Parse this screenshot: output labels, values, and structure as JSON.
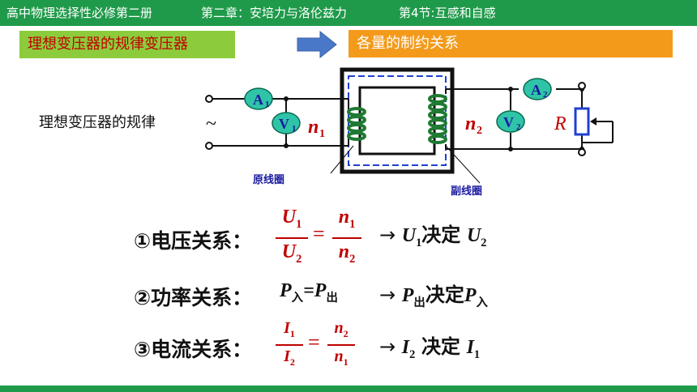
{
  "header": {
    "course": "高中物理选择性必修第二册",
    "chapter": "第二章：安培力与洛伦兹力",
    "section": "第4节:互感和自感"
  },
  "tags": {
    "left": "理想变压器的规律变压器",
    "right": "各量的制约关系"
  },
  "rule_label": "理想变压器的规律",
  "circuit": {
    "ammeter1": "A",
    "ammeter1_sub": "1",
    "ammeter2": "A",
    "ammeter2_sub": "2",
    "voltmeter1": "V",
    "voltmeter1_sub": "1",
    "voltmeter2": "V",
    "voltmeter2_sub": "2",
    "n1": "n",
    "n1_sub": "1",
    "n2": "n",
    "n2_sub": "2",
    "resistor": "R",
    "ac_symbol": "~",
    "primary_label": "原线圈",
    "secondary_label": "副线圈"
  },
  "relations": {
    "voltage": {
      "label": "①电压关系：",
      "num1": "U",
      "num1_sub": "1",
      "den1": "U",
      "den1_sub": "2",
      "num2": "n",
      "num2_sub": "1",
      "den2": "n",
      "den2_sub": "2",
      "eq": "=",
      "arrow": "→",
      "a": "U",
      "a_sub": "1",
      "decides": "决定",
      "b": "U",
      "b_sub": "2"
    },
    "power": {
      "label": "②功率关系：",
      "p_in": "P",
      "p_in_sub": "入",
      "eq": "=",
      "p_out": "P",
      "p_out_sub": "出",
      "arrow": "→",
      "a": "P",
      "a_sub": "出",
      "decides": "决定",
      "b": "P",
      "b_sub": "入"
    },
    "current": {
      "label": "③电流关系：",
      "num1": "I",
      "num1_sub": "1",
      "den1": "I",
      "den1_sub": "2",
      "num2": "n",
      "num2_sub": "2",
      "den2": "n",
      "den2_sub": "1",
      "eq": "=",
      "arrow": "→",
      "a": "I",
      "a_sub": "2",
      "decides": "决定",
      "b": "I",
      "b_sub": "1"
    }
  },
  "colors": {
    "header_green": "#1f9a4a",
    "accent_red": "#c00000",
    "tag_green": "#8ccc3c",
    "tag_orange": "#f39a1b",
    "meter_fill": "#2fc4a8",
    "arrow_blue": "#4a78c8"
  }
}
